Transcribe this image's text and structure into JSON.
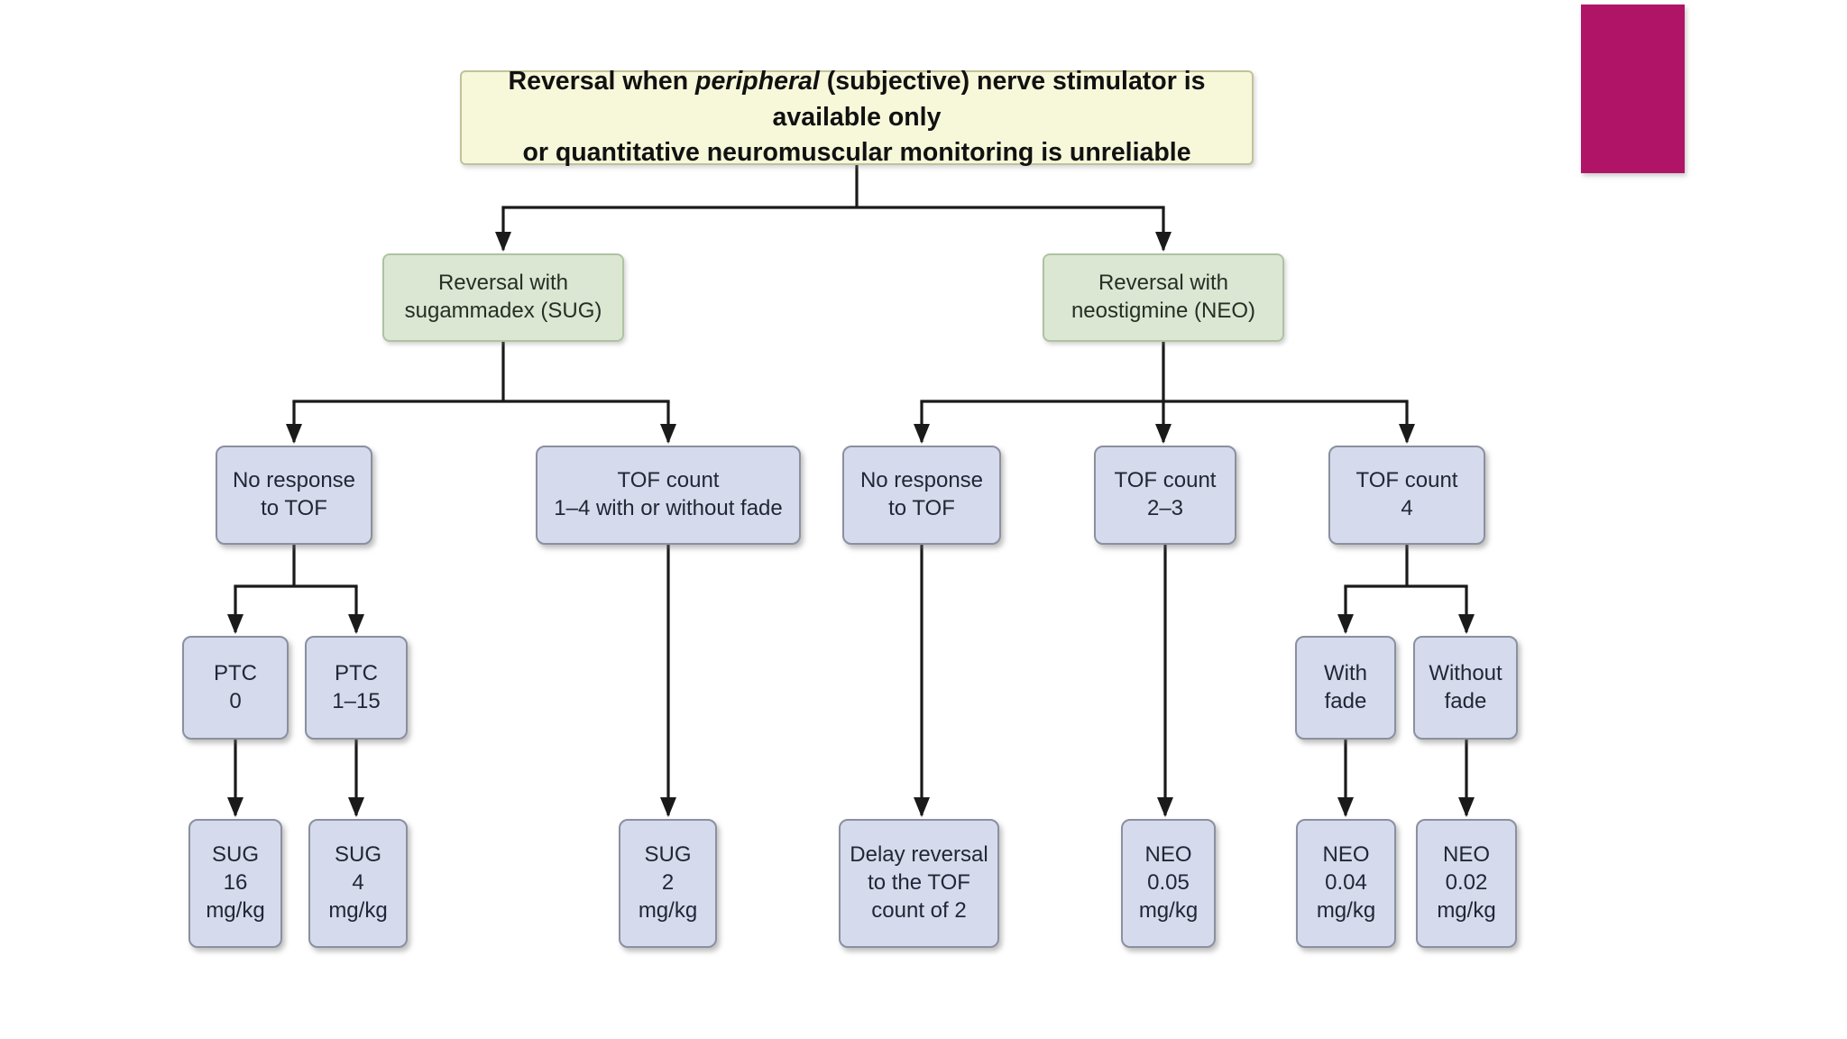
{
  "colors": {
    "arrow_color": "#1a1a1a",
    "blue_fill": "#d5dbec",
    "blue_border": "#8b90a0",
    "green_fill": "#dbe7d3",
    "green_border": "#aec3a2",
    "title_fill": "#f7f7da",
    "title_border": "#c2c29a",
    "accent": "#b01467"
  },
  "flowchart": {
    "title": {
      "line1_before_italic": "Reversal when ",
      "line1_italic": "peripheral",
      "line1_after_italic": " (subjective) nerve stimulator is available only",
      "line2": "or quantitative neuromuscular monitoring is unreliable"
    },
    "nodes": {
      "sug": {
        "label": "Reversal with\nsugammadex (SUG)"
      },
      "neo": {
        "label": "Reversal with\nneostigmine (NEO)"
      },
      "no_tof_sug": {
        "label": "No response\nto TOF"
      },
      "tof14": {
        "label": "TOF count\n1–4 with or without fade"
      },
      "no_tof_neo": {
        "label": "No response\nto TOF"
      },
      "tof23": {
        "label": "TOF count\n2–3"
      },
      "tof4": {
        "label": "TOF count\n4"
      },
      "ptc0": {
        "label": "PTC\n0"
      },
      "ptc115": {
        "label": "PTC\n1–15"
      },
      "with_fade": {
        "label": "With\nfade"
      },
      "without_fade": {
        "label": "Without\nfade"
      },
      "sug16": {
        "label": "SUG\n16\nmg/kg"
      },
      "sug4": {
        "label": "SUG\n4\nmg/kg"
      },
      "sug2": {
        "label": "SUG\n2\nmg/kg"
      },
      "delay": {
        "label": "Delay reversal\nto the TOF\ncount of 2"
      },
      "neo005": {
        "label": "NEO\n0.05\nmg/kg"
      },
      "neo004": {
        "label": "NEO\n0.04\nmg/kg"
      },
      "neo002": {
        "label": "NEO\n0.02\nmg/kg"
      }
    }
  }
}
